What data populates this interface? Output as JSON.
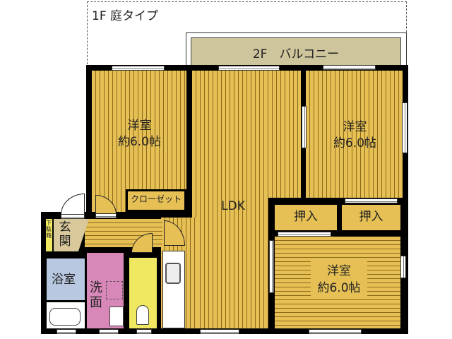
{
  "header": {
    "title": "1F 庭タイプ"
  },
  "balcony": {
    "label": "2F　バルコニー"
  },
  "rooms": {
    "western_left": {
      "name": "洋室",
      "size": "約6.0帖"
    },
    "closet": {
      "label": "クローゼット"
    },
    "ldk": {
      "label": "LDK"
    },
    "western_right": {
      "name": "洋室",
      "size": "約6.0帖"
    },
    "oshiire_1": {
      "label": "押入"
    },
    "oshiire_2": {
      "label": "押入"
    },
    "western_bottom": {
      "name": "洋室",
      "size": "約6.0帖"
    },
    "shoe_box": {
      "label": "下駄箱"
    },
    "entrance": {
      "label": "玄関"
    },
    "bath": {
      "label": "浴室"
    },
    "washroom": {
      "label": "洗面"
    }
  },
  "colors": {
    "floor": "#e6c055",
    "wall": "#000000",
    "balcony": "#cfc59c",
    "entrance": "#d8c89a",
    "bath": "#b8c8e0",
    "washroom": "#d888b8",
    "toilet": "#f0e860"
  }
}
